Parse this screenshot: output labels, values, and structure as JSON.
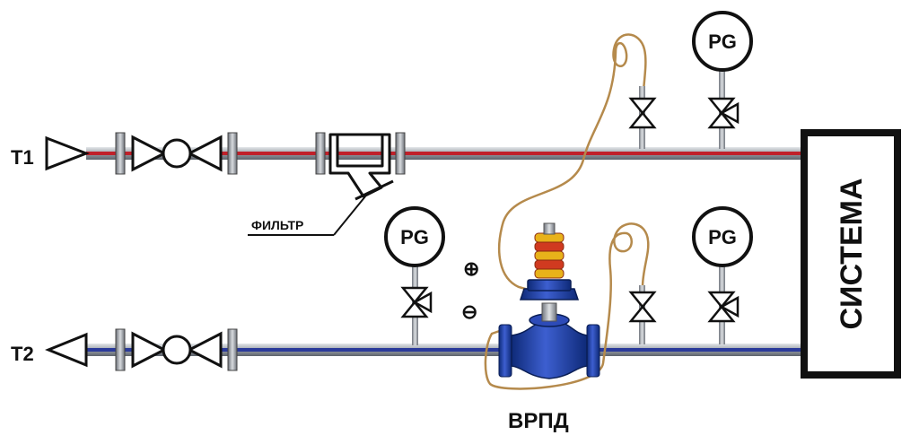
{
  "labels": {
    "supply": "T1",
    "return": "T2",
    "filter": "ФИЛЬТР",
    "system": "СИСТЕМА",
    "regulator": "ВРПД",
    "plus": "⊕",
    "minus": "⊖"
  },
  "gauges": {
    "g1": "PG",
    "g2": "PG",
    "g3": "PG"
  },
  "colors": {
    "pipe_body": "#9aa0a8",
    "supply_stripe": "#c0202a",
    "return_stripe": "#2a3a9a",
    "impulse_tube": "#b58a4c",
    "valve_blue": "#1f3fa6",
    "spring_red": "#d03a20",
    "spring_yellow": "#e8b21a"
  },
  "icons": {
    "ball_valve": "ball-valve-icon",
    "needle_valve": "needle-valve-icon",
    "pressure_gauge": "pressure-gauge-icon",
    "strainer": "y-strainer-icon",
    "regulator": "pressure-regulator-icon"
  }
}
